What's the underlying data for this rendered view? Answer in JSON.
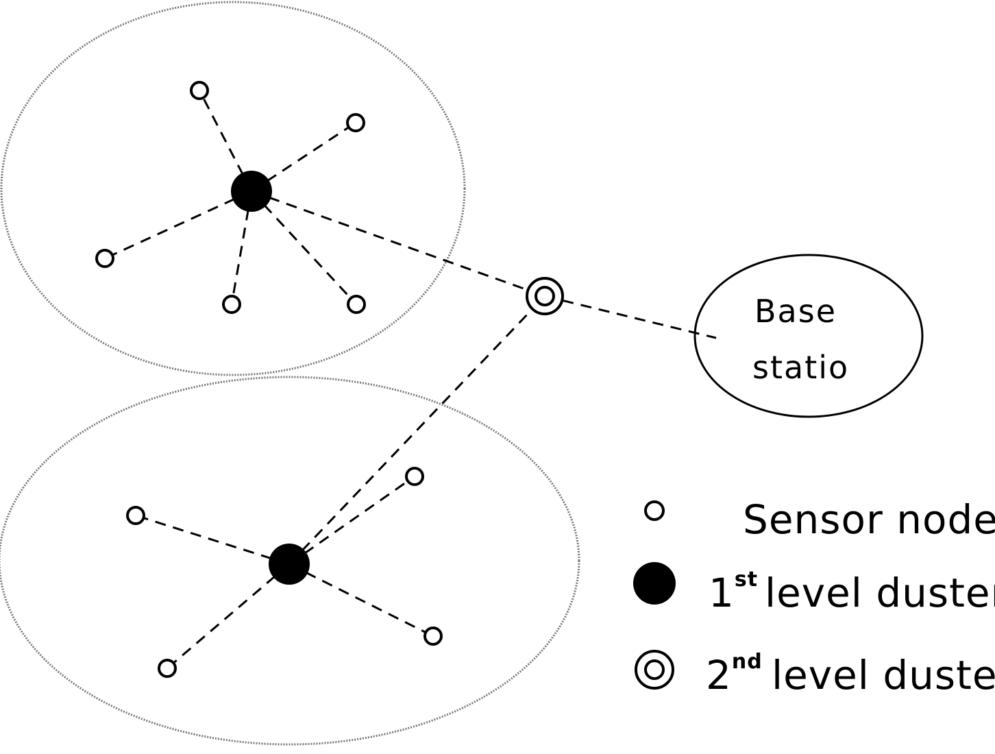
{
  "base_station": {
    "line1": "Base",
    "line2": "statio"
  },
  "legend": {
    "sensor_nodes": "Sensor nodes",
    "first_level_prefix": "1",
    "first_level_sup": "st",
    "first_level_suffix": "level duster",
    "second_level_prefix": "2",
    "second_level_sup": "nd",
    "second_level_suffix": "level duster"
  },
  "colors": {
    "node_fill": "#000000",
    "line_color": "#000000",
    "cluster_boundary": "#777777"
  },
  "icons": {
    "sensor_node": "hollow-circle",
    "first_level_cluster_head": "filled-circle",
    "second_level_cluster_head": "double-ring"
  }
}
